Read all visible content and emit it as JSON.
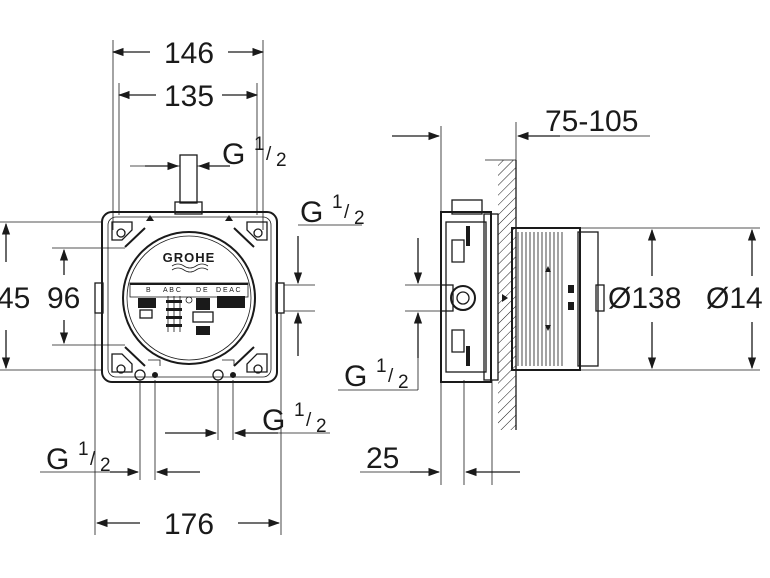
{
  "dimensions": {
    "d146": "146",
    "d135": "135",
    "d145": "45",
    "d96": "96",
    "d176": "176",
    "d75_105": "75-105",
    "d25": "25",
    "d138": "Ø138",
    "d14x": "Ø14"
  },
  "threads": {
    "g": "G",
    "num": "1",
    "slash": "/",
    "den": "2"
  },
  "logo": "GROHE",
  "port_letters": {
    "left": "B",
    "mid": "A B C",
    "right": "D E",
    "right2": "D E A C"
  }
}
